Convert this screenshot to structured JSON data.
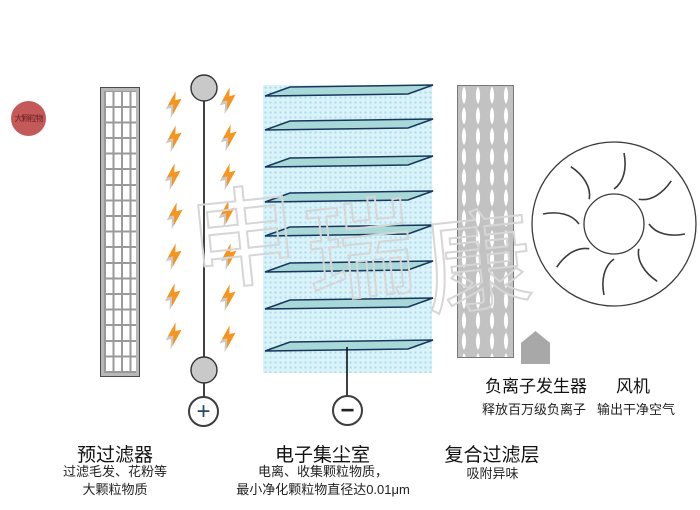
{
  "diagram": {
    "particle_ball": "大颗粒物",
    "watermark": [
      "申",
      "瑞",
      "康"
    ],
    "ionizer": {
      "positive_terminal": "+",
      "negative_terminal": "−"
    },
    "prefilter": {
      "title": "预过滤器",
      "desc_line1": "过滤毛发、花粉等",
      "desc_line2": "大颗粒物质"
    },
    "collector": {
      "title": "电子集尘室",
      "desc_line1": "电离、收集颗粒物质，",
      "desc_line2": "最小净化颗粒物直径达0.01μm"
    },
    "composite_filter": {
      "title": "复合过滤层",
      "desc": "吸附异味"
    },
    "ion_generator": {
      "title": "负离子发生器",
      "desc": "释放百万级负离子"
    },
    "fan": {
      "title": "风机",
      "desc": "输出干净空气"
    },
    "colors": {
      "bolt": "#f7941d",
      "bolt_shadow": "#c9c9c9",
      "chamber_bg": "#daf2f9",
      "plate_fill": "#a9d8d8",
      "plate_stroke": "#16365c",
      "red_ball": "#c4595a",
      "filter_gray": "#c2c2c2"
    }
  }
}
